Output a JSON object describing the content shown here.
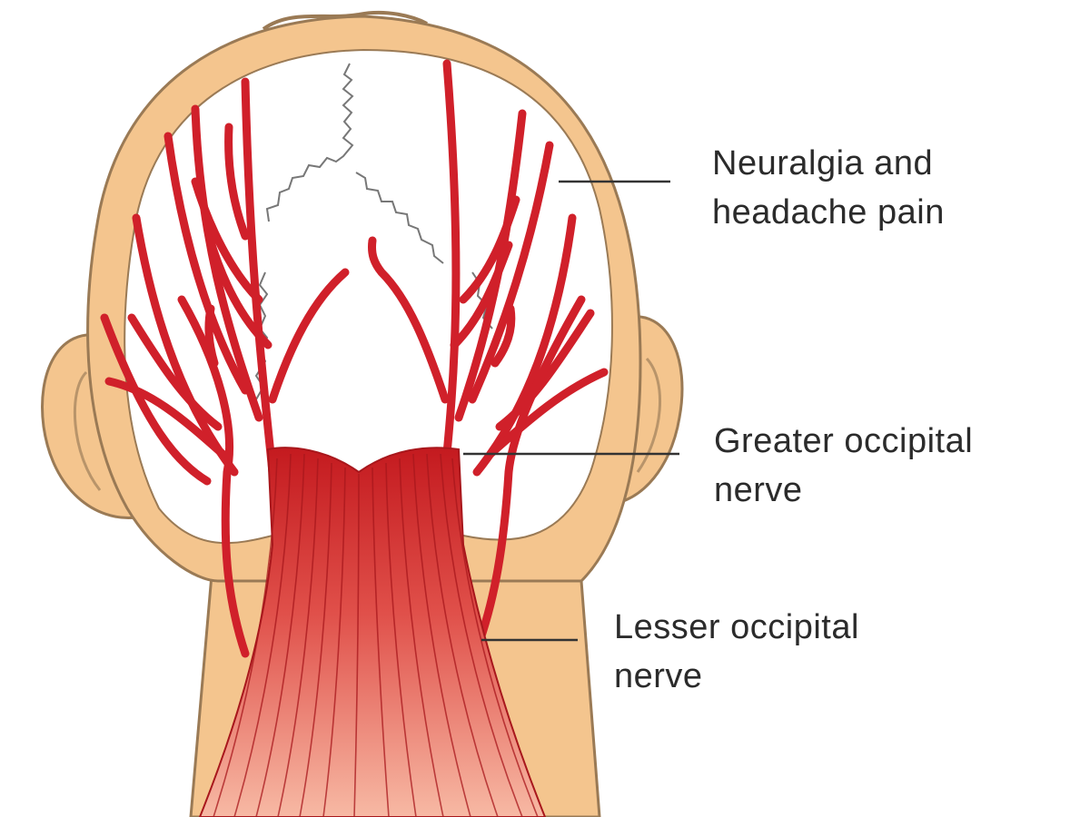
{
  "labels": {
    "neuralgia": {
      "line1": "Neuralgia and",
      "line2": "headache pain"
    },
    "greater": {
      "line1": "Greater occipital",
      "line2": "nerve"
    },
    "lesser": {
      "line1": "Lesser occipital",
      "line2": "nerve"
    }
  },
  "colors": {
    "skin": "#f4c58e",
    "outline": "#9a7a55",
    "nerve": "#d0202a",
    "muscle": "#d9332f",
    "muscle_light": "#f4a48a",
    "pain_line": "#777777",
    "leader": "#333333"
  }
}
